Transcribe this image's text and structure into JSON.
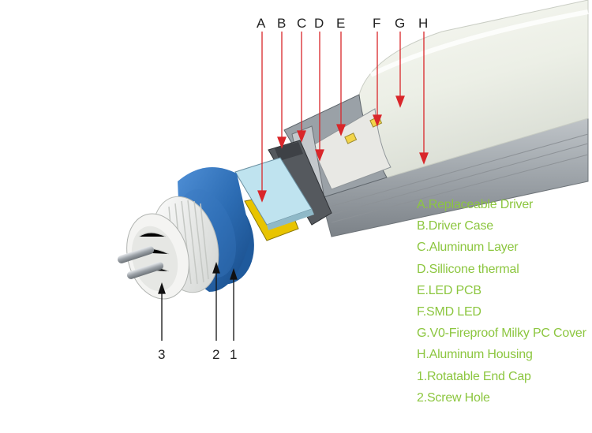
{
  "colors": {
    "legend_text": "#8cc63f",
    "arrow_red": "#d9262a",
    "cap_blue": "#2c6cb3",
    "driver_yellow": "#e8c400",
    "driver_board": "#bfe3ef",
    "housing_gray": "#b8bcc0",
    "cover_milky": "#f2f4ee"
  },
  "top_labels": [
    "A",
    "B",
    "C",
    "D",
    "E",
    "F",
    "G",
    "H"
  ],
  "bottom_labels": [
    "3",
    "2",
    "1"
  ],
  "legend": [
    "A.Replaceable Driver",
    "B.Driver Case",
    "C.Aluminum Layer",
    "D.Sillicone thermal",
    "E.LED PCB",
    "F.SMD LED",
    "G.V0-Fireproof Milky PC Cover",
    "H.Aluminum Housing",
    "1.Rotatable End Cap",
    "2.Screw Hole"
  ]
}
